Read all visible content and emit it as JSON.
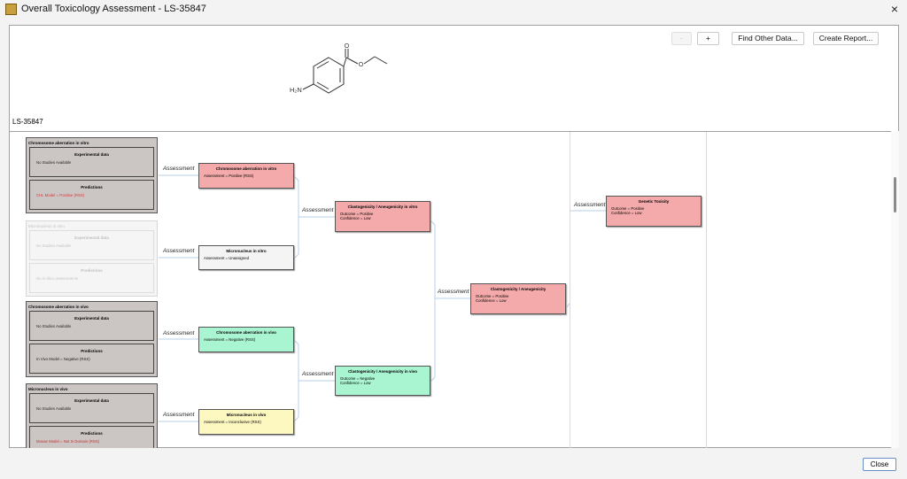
{
  "window": {
    "title": "Overall Toxicology Assessment - LS-35847",
    "close_icon": "×"
  },
  "toolbar": {
    "zoom_out": "-",
    "zoom_in": "+",
    "find_other_data": "Find Other Data...",
    "create_report": "Create Report..."
  },
  "compound": {
    "id": "LS-35847",
    "structure_label": "H₂N"
  },
  "groups": [
    {
      "title": "Chromosome aberration in vitro",
      "exp_header": "Experimental data",
      "exp_text": "No Studies Available",
      "pred_header": "Predictions",
      "pred_text": "CHL Model = Positive (RSS)"
    },
    {
      "title": "Micronucleus in vitro",
      "exp_header": "Experimental data",
      "exp_text": "No Studies Available",
      "pred_header": "Predictions",
      "pred_text": "No in silico assessments"
    },
    {
      "title": "Chromosome aberration in vivo",
      "exp_header": "Experimental data",
      "exp_text": "No Studies Available",
      "pred_header": "Predictions",
      "pred_text": "In Vivo Model = Negative (RSS)"
    },
    {
      "title": "Micronucleus in vivo",
      "exp_header": "Experimental data",
      "exp_text": "No Studies Available",
      "pred_header": "Predictions",
      "pred_text": "Mouse Model = Not In Domain (RSS)"
    }
  ],
  "edge_label": "Assessment",
  "nodes": {
    "ca_vitro": {
      "title": "Chromosome aberration in vitro",
      "line1": "Assessment = Positive (RSS)"
    },
    "mn_vitro": {
      "title": "Micronucleus in vitro",
      "line1": "Assessment = Unassigned"
    },
    "ca_vivo": {
      "title": "Chromosome aberration in vivo",
      "line1": "Assessment = Negative (RSS)"
    },
    "mn_vivo": {
      "title": "Micronucleus in vivo",
      "line1": "Assessment = Inconclusive (RSS)"
    },
    "clast_vitro": {
      "title": "Clastogenicity / Aneugenicity in vitro",
      "line1": "Outcome = Positive",
      "line2": "Confidence = Low"
    },
    "clast_vivo": {
      "title": "Clastogenicity / Aneugenicity in vivo",
      "line1": "Outcome = Negative",
      "line2": "Confidence = Low"
    },
    "clast": {
      "title": "Clastogenicity / Aneugenicity",
      "line1": "Outcome = Positive",
      "line2": "Confidence = Low"
    },
    "gentox": {
      "title": "Genetic Toxicity",
      "line1": "Outcome = Positive",
      "line2": "Confidence = Low"
    }
  },
  "colors": {
    "positive": "#f4aaaa",
    "negative": "#a9f5d1",
    "unassigned": "#f4f4f4",
    "inconclusive": "#fdf7c0",
    "connector": "#b9cfe8"
  },
  "footer": {
    "close": "Close"
  }
}
